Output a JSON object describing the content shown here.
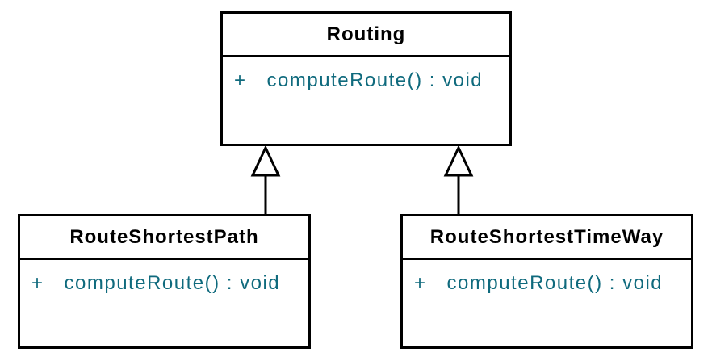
{
  "diagram_type": "uml-class-diagram",
  "colors": {
    "background": "#ffffff",
    "border": "#000000",
    "class_name_text": "#000000",
    "member_text": "#0f6a7d"
  },
  "classes": [
    {
      "id": "routing",
      "name": "Routing",
      "members": [
        {
          "visibility": "+",
          "signature": "computeRoute() : void"
        }
      ]
    },
    {
      "id": "route-shortest-path",
      "name": "RouteShortestPath",
      "members": [
        {
          "visibility": "+",
          "signature": "computeRoute() : void"
        }
      ]
    },
    {
      "id": "route-shortest-time-way",
      "name": "RouteShortestTimeWay",
      "members": [
        {
          "visibility": "+",
          "signature": "computeRoute() : void"
        }
      ]
    }
  ],
  "relationships": [
    {
      "type": "generalization",
      "from": "RouteShortestPath",
      "to": "Routing"
    },
    {
      "type": "generalization",
      "from": "RouteShortestTimeWay",
      "to": "Routing"
    }
  ]
}
